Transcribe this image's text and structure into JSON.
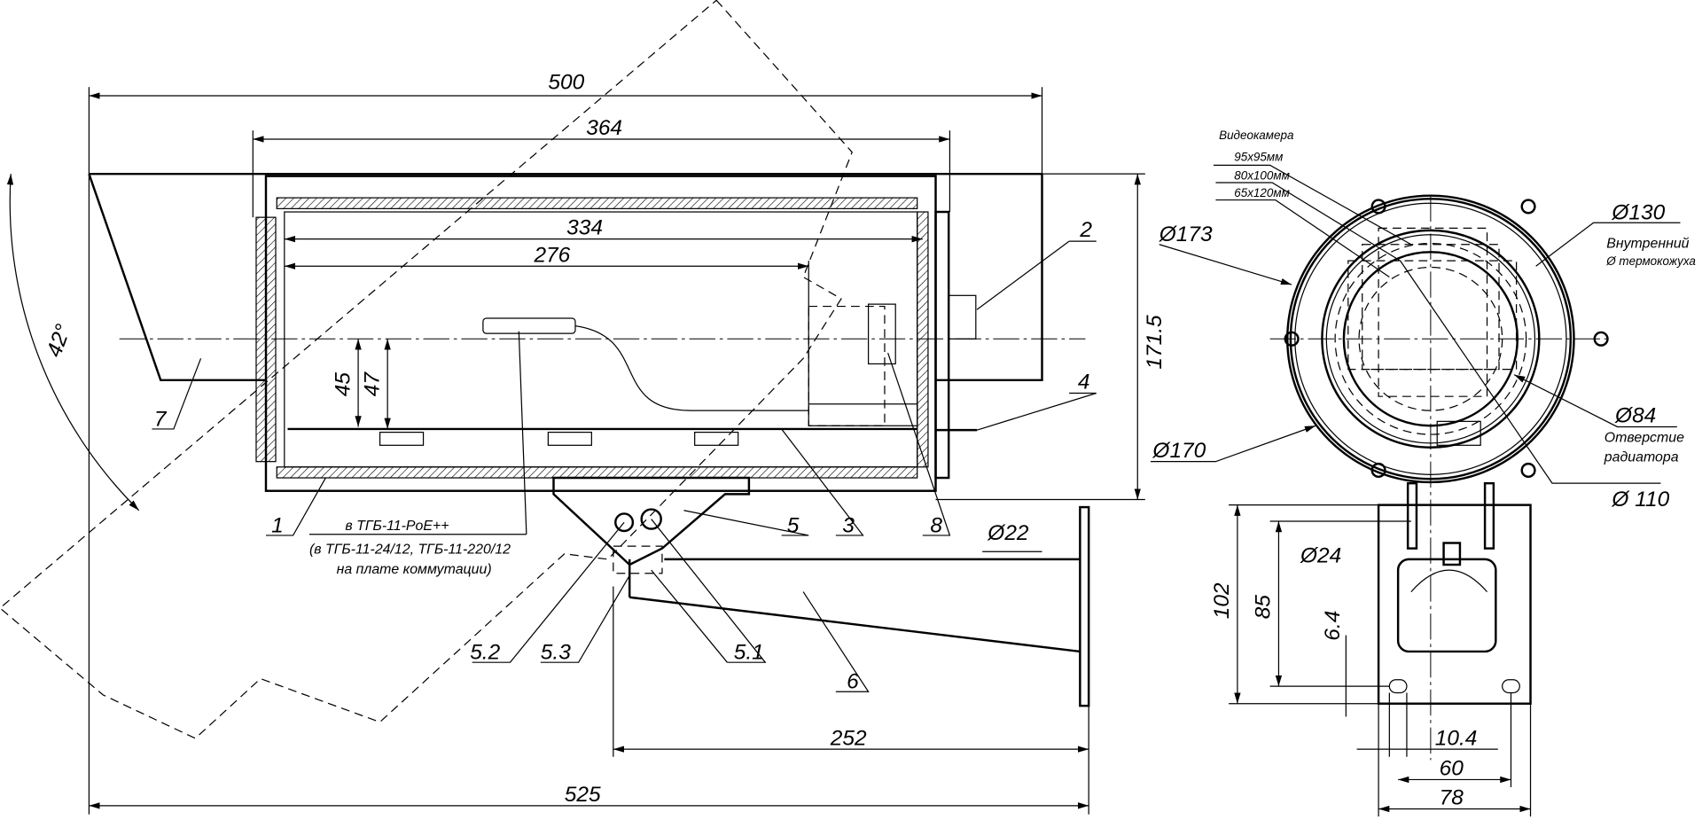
{
  "side_view": {
    "dims": {
      "d500": "500",
      "d364": "364",
      "d334": "334",
      "d276": "276",
      "d171": "171.5",
      "d45": "45",
      "d47": "47",
      "d252": "252",
      "d525": "525",
      "d22": "Ø22",
      "angle": "42°"
    },
    "callouts": {
      "c1": "1",
      "c2": "2",
      "c3": "3",
      "c4": "4",
      "c5": "5",
      "c51": "5.1",
      "c52": "5.2",
      "c53": "5.3",
      "c6": "6",
      "c7": "7",
      "c8": "8"
    },
    "note": {
      "line1": "в ТГБ-11-PoE++",
      "line2": "(в ТГБ-11-24/12, ТГБ-11-220/12",
      "line3": "на плате коммутации)"
    }
  },
  "front_view": {
    "camera_title": "Видеокамера",
    "cam1": "95x95мм",
    "cam2": "80x100мм",
    "cam3": "65x120мм",
    "d130": "Ø130",
    "d130_note1": "Внутренний",
    "d130_note2": "Ø термокожуха",
    "d84": "Ø84",
    "d84_note1": "Отверстие",
    "d84_note2": "радиатора",
    "d110": "Ø 110",
    "d173": "Ø173",
    "d170": "Ø170",
    "d24": "Ø24",
    "d102": "102",
    "d85": "85",
    "d64": "6.4",
    "d104": "10.4",
    "d60": "60",
    "d78": "78"
  }
}
